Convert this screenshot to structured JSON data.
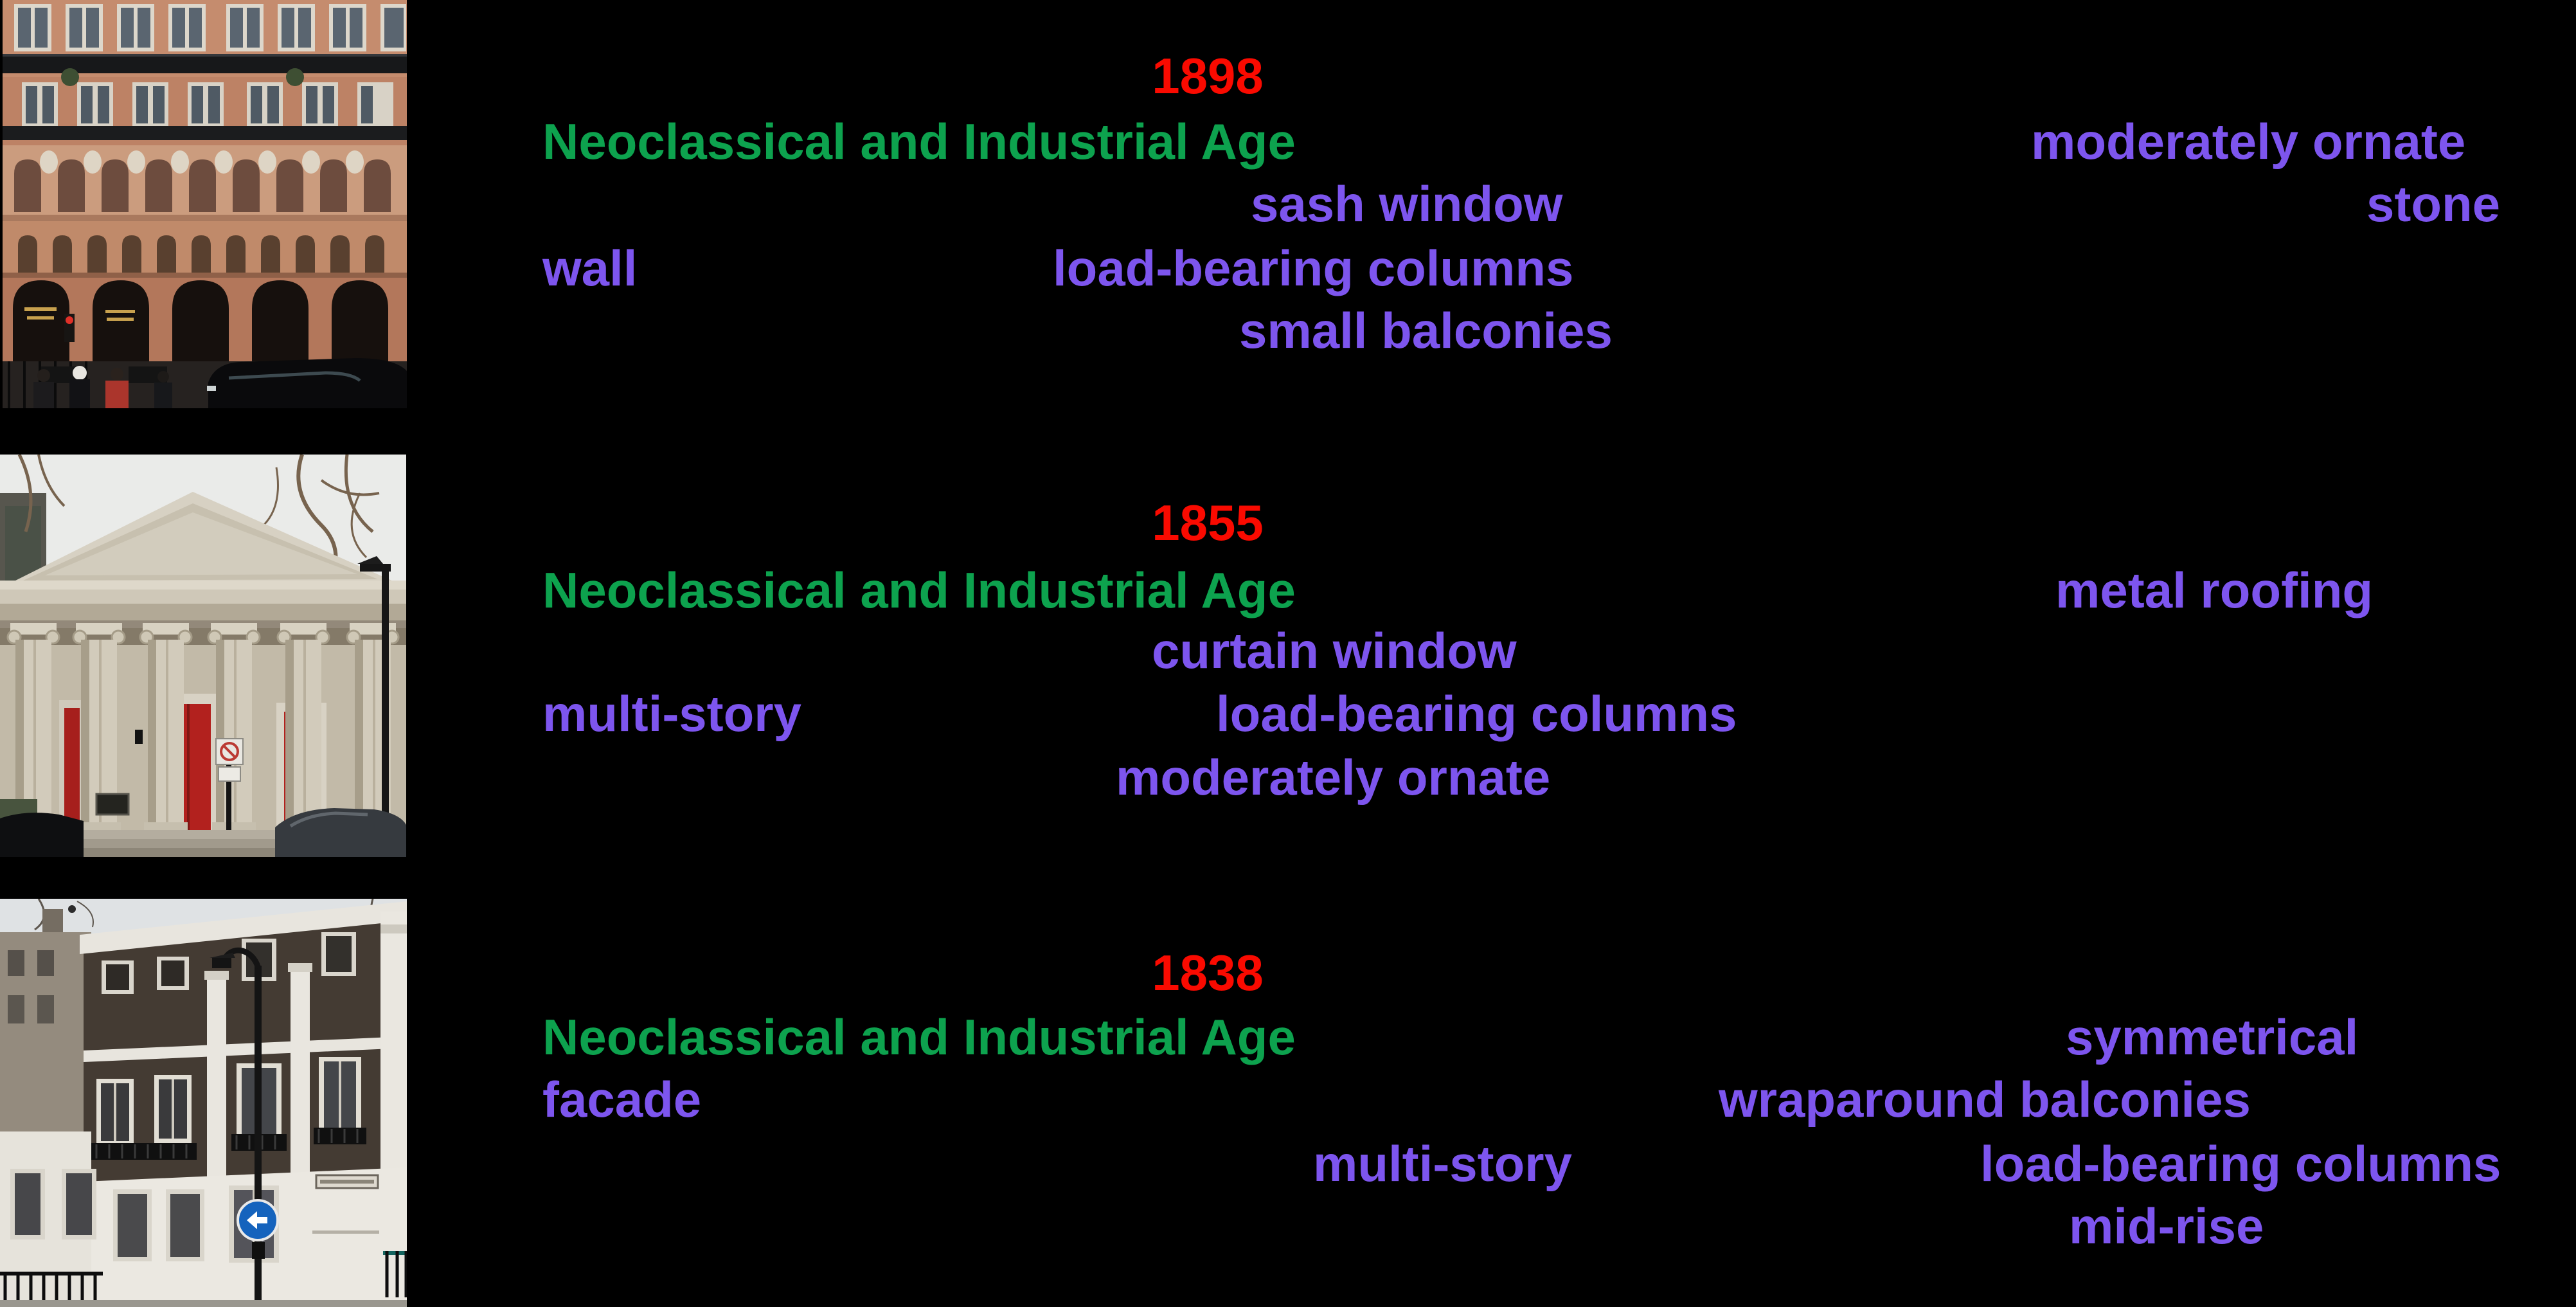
{
  "figure": {
    "background": "#000000",
    "colors": {
      "year": "#fa0a00",
      "era": "#0da24e",
      "keyword": "#7d55ee"
    }
  },
  "rows": [
    {
      "year": "1898",
      "era": "Neoclassical and Industrial Age",
      "photo": "victorian-terracotta-hotel-facade",
      "keywords": [
        "moderately ornate",
        "sash window",
        "stone",
        "wall",
        "load-bearing columns",
        "small balconies"
      ]
    },
    {
      "year": "1855",
      "era": "Neoclassical and Industrial Age",
      "photo": "neoclassical-church-portico-red-doors",
      "keywords": [
        "metal roofing",
        "curtain window",
        "multi-story",
        "load-bearing columns",
        "moderately ornate"
      ]
    },
    {
      "year": "1838",
      "era": "Neoclassical and Industrial Age",
      "photo": "georgian-brick-townhouse-corner",
      "keywords": [
        "symmetrical",
        "facade",
        "wraparound balconies",
        "multi-story",
        "load-bearing columns",
        "mid-rise"
      ]
    }
  ]
}
